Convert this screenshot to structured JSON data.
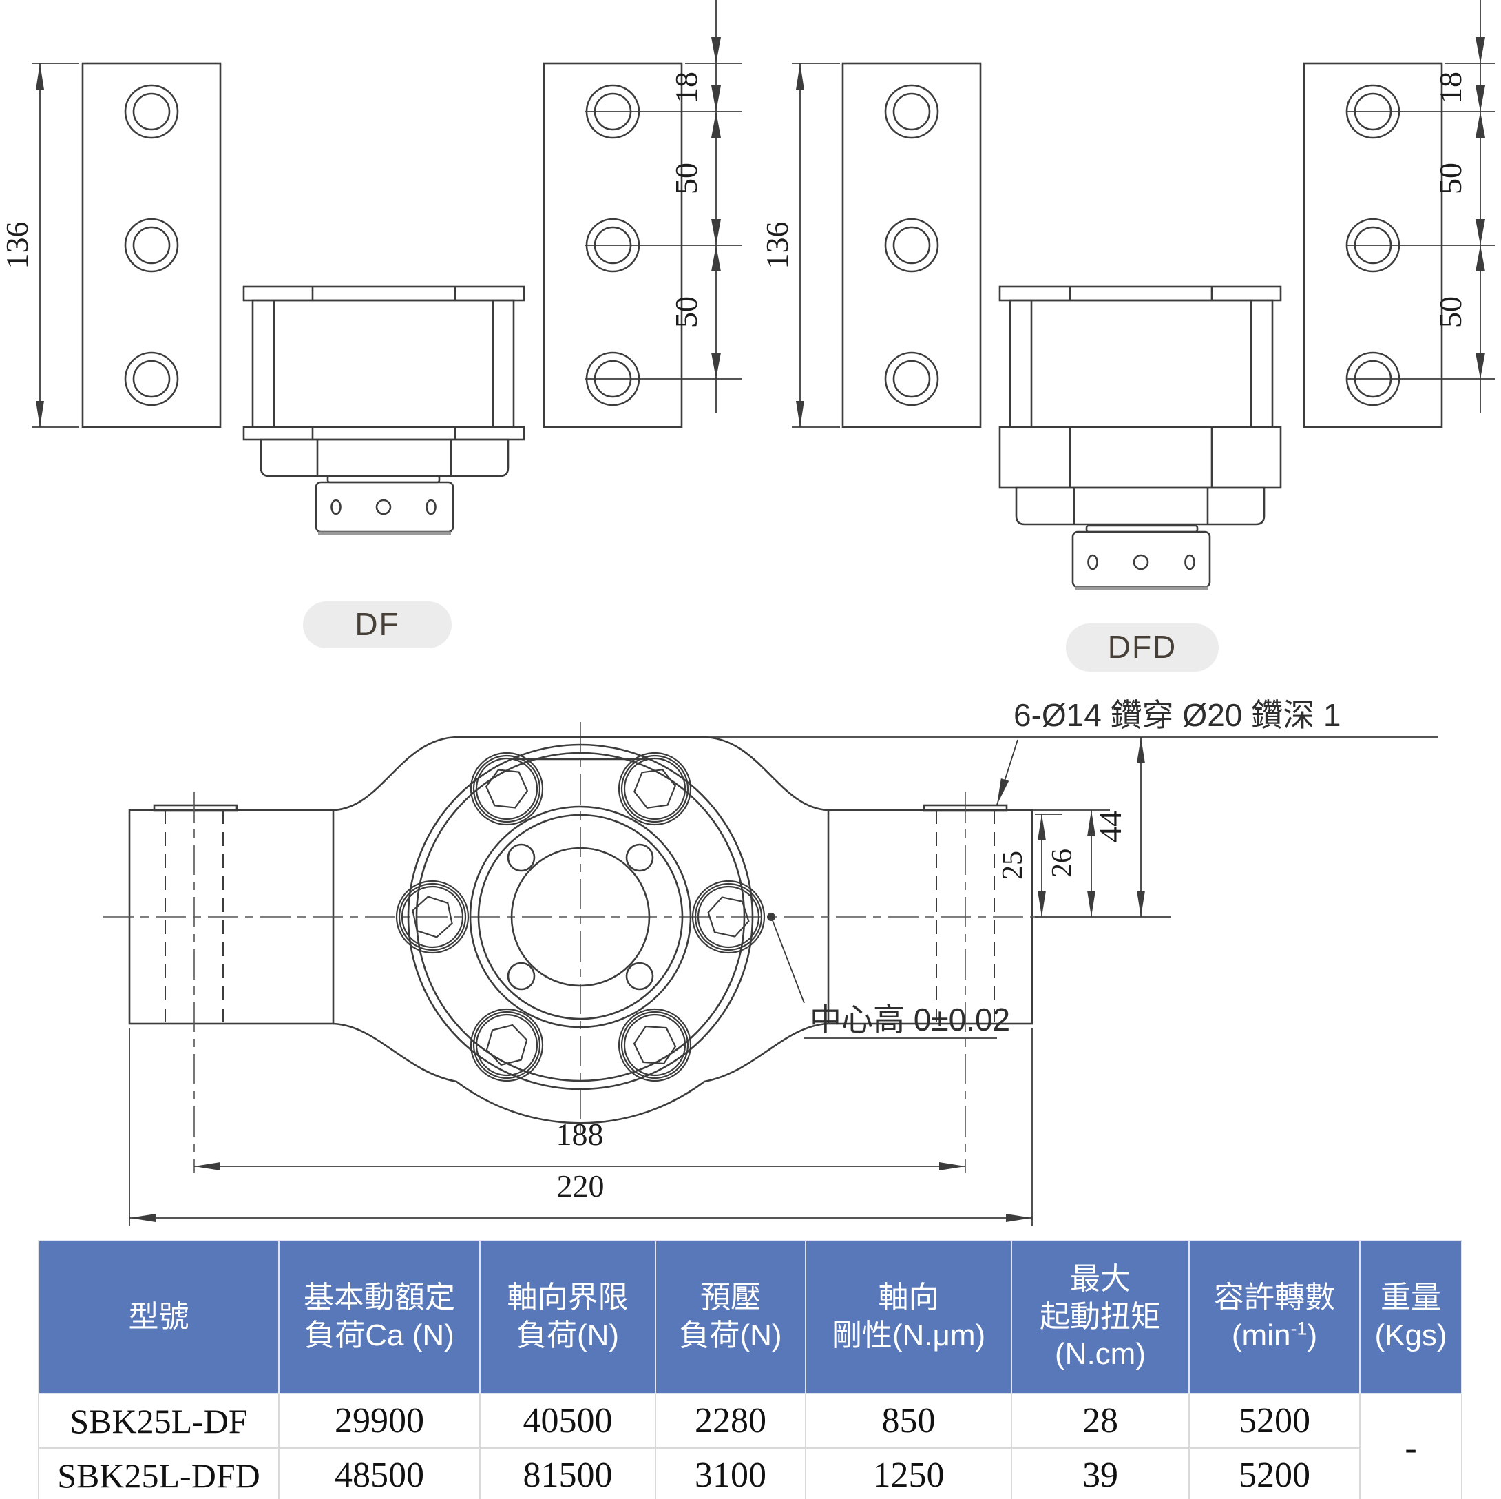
{
  "colors": {
    "accent": "#5878BA",
    "line": "#3C3C3C",
    "pill_bg": "#ECECEC"
  },
  "drawings": {
    "df": {
      "label": "DF",
      "height": "136",
      "d18": "18",
      "d50a": "50",
      "d50b": "50"
    },
    "dfd": {
      "label": "DFD",
      "height": "136",
      "d18": "18",
      "d50a": "50",
      "d50b": "50"
    },
    "plan": {
      "w_inner": "188",
      "w_outer": "220",
      "h25": "25",
      "h26": "26",
      "h44": "44",
      "drill_note": "6-Ø14 鑽穿 Ø20 鑽深 1",
      "center_note": "中心高 0±0.02"
    }
  },
  "table": {
    "header": {
      "model": "型號",
      "ca": [
        "基本動額定",
        "負荷Ca (N)"
      ],
      "axial_limit": [
        "軸向界限",
        "負荷(N)"
      ],
      "preload": [
        "預壓",
        "負荷(N)"
      ],
      "rigidity": [
        "軸向",
        "剛性(N.μm)"
      ],
      "torque": [
        "最大",
        "起動扭矩",
        "(N.cm)"
      ],
      "speed": [
        "容許轉數"
      ],
      "speed_unit": {
        "open": "(min",
        "sup": "-1",
        "close": ")"
      },
      "weight": [
        "重量",
        "(Kgs)"
      ]
    },
    "rows": [
      {
        "model": "SBK25L-DF",
        "ca": "29900",
        "axial_limit": "40500",
        "preload": "2280",
        "rigidity": "850",
        "torque": "28",
        "speed": "5200"
      },
      {
        "model": "SBK25L-DFD",
        "ca": "48500",
        "axial_limit": "81500",
        "preload": "3100",
        "rigidity": "1250",
        "torque": "39",
        "speed": "5200"
      }
    ],
    "weight_merged": "-"
  }
}
